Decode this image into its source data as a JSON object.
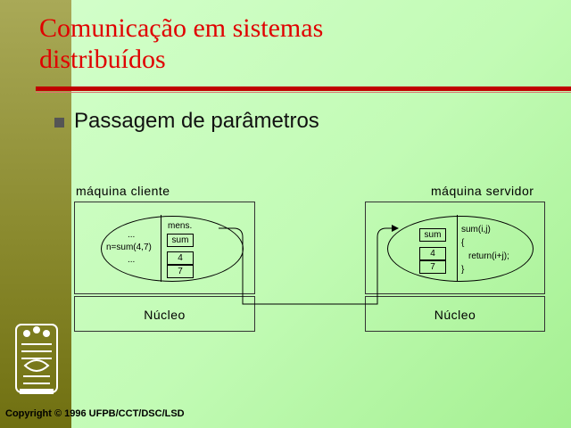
{
  "slide": {
    "title_line1": "Comunicação em sistemas",
    "title_line2": "distribuídos",
    "bullet": "Passagem de parâmetros",
    "copyright": "Copyright © 1996 UFPB/CCT/DSC/LSD"
  },
  "client": {
    "label": "máquina cliente",
    "code_line1": "...",
    "code_line2": "n=sum(4,7)",
    "code_line3": "...",
    "msg_label": "mens.",
    "msg_name": "sum",
    "msg_arg1": "4",
    "msg_arg2": "7",
    "kernel": "Núcleo"
  },
  "server": {
    "label": "máquina servidor",
    "msg_name": "sum",
    "msg_arg1": "4",
    "msg_arg2": "7",
    "code_line1": "sum(i,j)",
    "code_line2": "{",
    "code_line3": "return(i+j);",
    "code_line4": "}",
    "kernel": "Núcleo"
  }
}
